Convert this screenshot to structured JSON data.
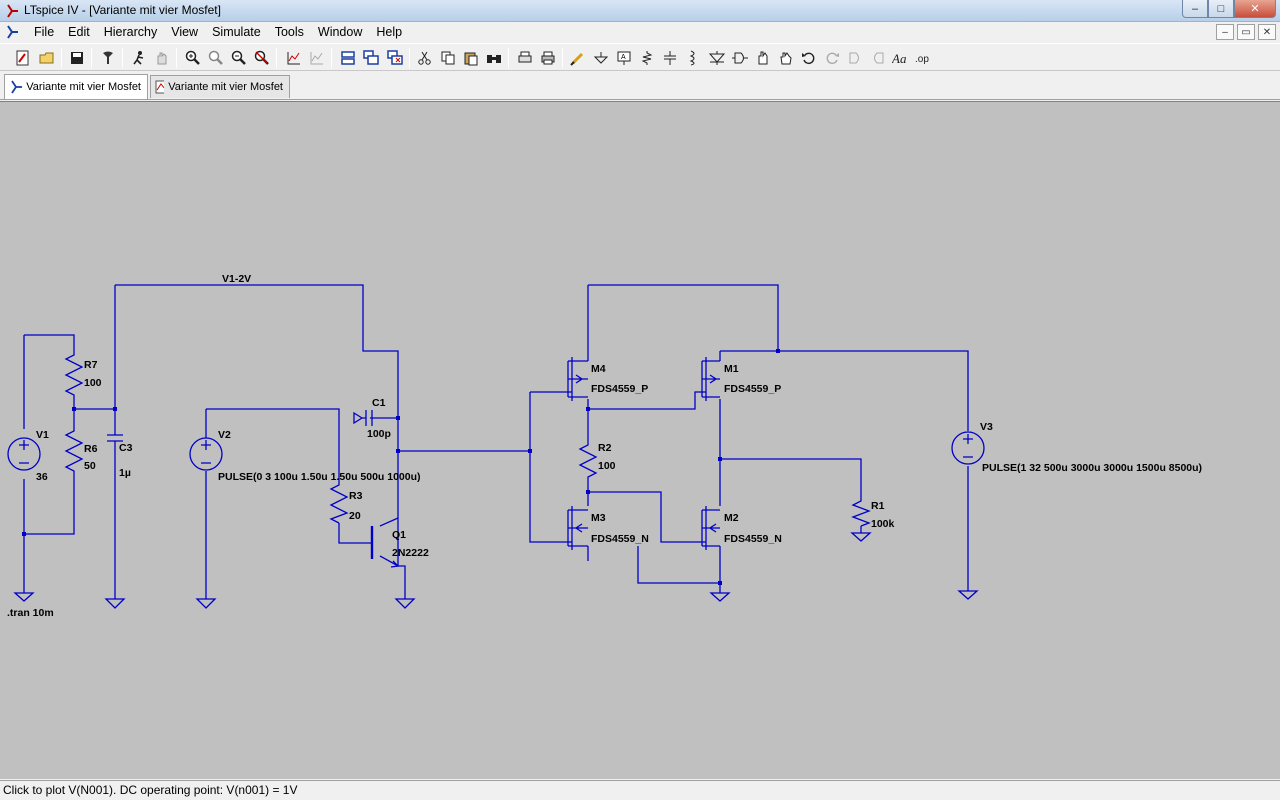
{
  "window": {
    "title": "LTspice IV - [Variante mit vier Mosfet]",
    "controls": {
      "minimize": "–",
      "maximize": "□",
      "close": "✕"
    }
  },
  "menubar": {
    "items": [
      "File",
      "Edit",
      "Hierarchy",
      "View",
      "Simulate",
      "Tools",
      "Window",
      "Help"
    ],
    "mdi_controls": {
      "minimize": "–",
      "restore": "▭",
      "close": "✕"
    }
  },
  "toolbar": {
    "buttons": [
      "new-schematic-icon",
      "open-icon",
      "save-icon",
      "control-panel-icon",
      "run-icon",
      "halt-icon",
      "zoom-in-icon",
      "zoom-pan-icon",
      "zoom-out-icon",
      "zoom-fit-icon",
      "autorange-icon",
      "tile-icon",
      "cascade-icon",
      "close-all-icon",
      "cut-icon",
      "copy-icon",
      "paste-icon",
      "find-icon",
      "print-setup-icon",
      "print-icon",
      "wire-icon",
      "ground-icon",
      "label-icon",
      "resistor-icon",
      "capacitor-icon",
      "inductor-icon",
      "diode-icon",
      "component-icon",
      "move-icon",
      "drag-icon",
      "undo-icon",
      "redo-icon",
      "rotate-icon",
      "mirror-icon",
      "text-icon",
      "spice-directive-icon"
    ]
  },
  "tabs": [
    {
      "label": "Variante mit vier Mosfet",
      "type": "schematic",
      "active": true
    },
    {
      "label": "Variante mit vier Mosfet",
      "type": "waveform",
      "active": false
    }
  ],
  "schematic": {
    "wire_color": "#0000c8",
    "net_label": "V1-2V",
    "directive": ".tran 10m",
    "components": [
      {
        "name": "R7",
        "value": "100"
      },
      {
        "name": "R6",
        "value": "50"
      },
      {
        "name": "V1",
        "value": "36"
      },
      {
        "name": "C3",
        "value": "1µ"
      },
      {
        "name": "V2",
        "value": "PULSE(0 3 100u 1.50u 1.50u 500u 1000u)"
      },
      {
        "name": "C1",
        "value": "100p"
      },
      {
        "name": "R3",
        "value": "20"
      },
      {
        "name": "Q1",
        "value": "2N2222"
      },
      {
        "name": "M4",
        "value": "FDS4559_P"
      },
      {
        "name": "M1",
        "value": "FDS4559_P"
      },
      {
        "name": "R2",
        "value": "100"
      },
      {
        "name": "M3",
        "value": "FDS4559_N"
      },
      {
        "name": "M2",
        "value": "FDS4559_N"
      },
      {
        "name": "R1",
        "value": "100k"
      },
      {
        "name": "V3",
        "value": "PULSE(1 32 500u 3000u 3000u 1500u 8500u)"
      }
    ]
  },
  "status": {
    "text": "Click to plot V(N001).  DC operating point: V(n001) = 1V"
  }
}
